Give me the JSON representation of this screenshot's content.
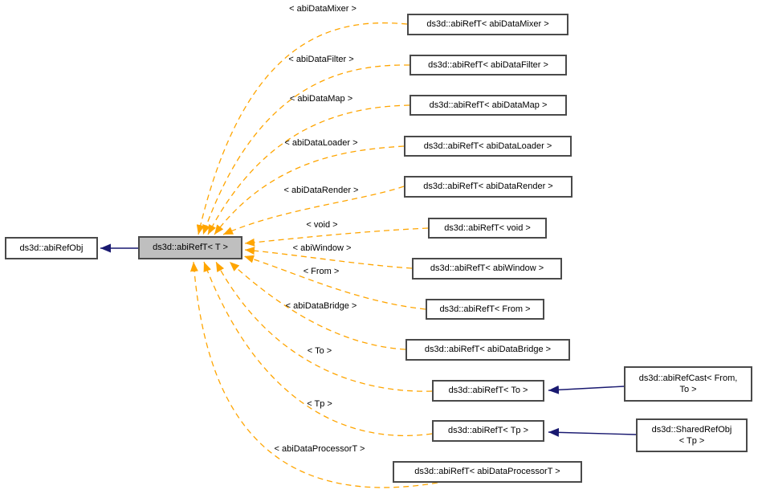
{
  "diagram": {
    "kind": "template-instantiation-graph",
    "colors": {
      "template_edge": "#ffa500",
      "inheritance_edge": "#191970",
      "node_border": "#4a4a4a",
      "node_fill": "#ffffff",
      "highlight_node_fill": "#bfbfbf",
      "background": "#ffffff",
      "text": "#000000"
    },
    "nodes": {
      "refobj": {
        "label": "ds3d::abiRefObj"
      },
      "reft": {
        "label": "ds3d::abiRefT< T >"
      },
      "mixer": {
        "label": "ds3d::abiRefT< abiDataMixer >"
      },
      "filter": {
        "label": "ds3d::abiRefT< abiDataFilter >"
      },
      "map": {
        "label": "ds3d::abiRefT< abiDataMap >"
      },
      "loader": {
        "label": "ds3d::abiRefT< abiDataLoader >"
      },
      "render": {
        "label": "ds3d::abiRefT< abiDataRender >"
      },
      "void": {
        "label": "ds3d::abiRefT< void >"
      },
      "window": {
        "label": "ds3d::abiRefT< abiWindow >"
      },
      "from": {
        "label": "ds3d::abiRefT< From >"
      },
      "bridge": {
        "label": "ds3d::abiRefT< abiDataBridge >"
      },
      "to": {
        "label": "ds3d::abiRefT< To >"
      },
      "tp": {
        "label": "ds3d::abiRefT< Tp >"
      },
      "processor": {
        "label": "ds3d::abiRefT< abiDataProcessorT >"
      },
      "refcast": {
        "label": "ds3d::abiRefCast< From,\nTo >"
      },
      "sharedref": {
        "label": "ds3d::SharedRefObj\n< Tp >"
      }
    },
    "edge_labels": {
      "mixer": "< abiDataMixer >",
      "filter": "< abiDataFilter >",
      "map": "< abiDataMap >",
      "loader": "< abiDataLoader >",
      "render": "< abiDataRender >",
      "void": "< void >",
      "window": "< abiWindow >",
      "from": "< From >",
      "bridge": "< abiDataBridge >",
      "to": "< To >",
      "tp": "< Tp >",
      "processor": "< abiDataProcessorT >"
    }
  }
}
